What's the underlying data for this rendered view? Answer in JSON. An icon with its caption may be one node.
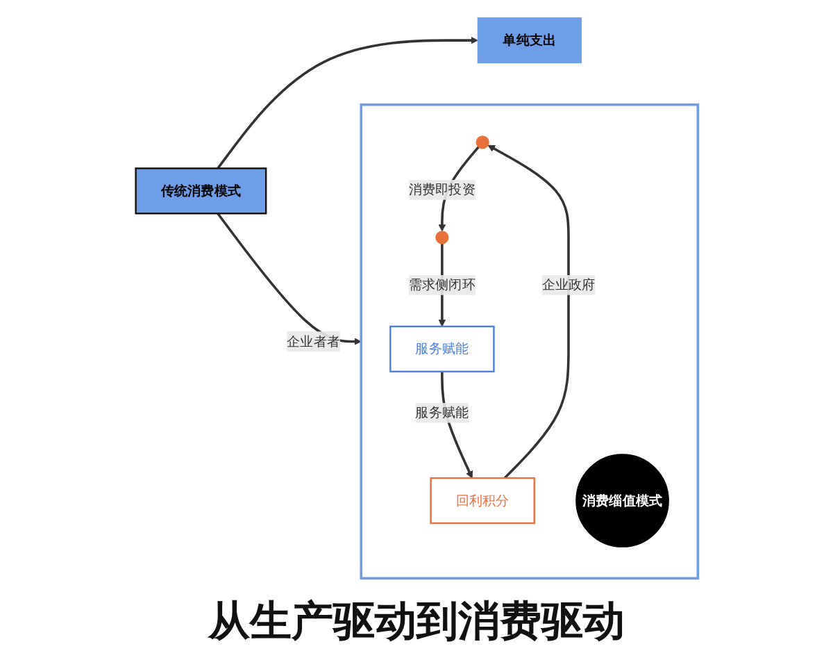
{
  "diagram": {
    "title": "从生产驱动到消费驱动",
    "nodes": [
      {
        "text": [
          "传统消费模式"
        ]
      },
      {
        "text": [
          "单纯支出"
        ]
      },
      {
        "text": [],
        "shape": "box"
      },
      {
        "text": [],
        "shape": "circle",
        "in": 2
      },
      {
        "text": [],
        "shape": "circle",
        "in": 2
      },
      {
        "text": [
          "服务赋能"
        ],
        "in": 2
      },
      {
        "text": [
          "回利积分"
        ],
        "in": 2
      },
      {
        "text": [
          "消费缁值模式"
        ],
        "in": 2
      }
    ],
    "edges": [
      {
        "from": 0,
        "to": 1,
        "arrow": "to"
      },
      {
        "from": 0,
        "to": 2,
        "arrow": "to",
        "label": "企业者者"
      },
      {
        "from": 3,
        "to": 4,
        "arrow": "to",
        "label": "消费即投资"
      },
      {
        "from": 4,
        "to": 5,
        "arrow": "to",
        "label": "需求侧闭环"
      },
      {
        "from": 5,
        "to": 6,
        "arrow": "to",
        "label": "服务赋能"
      },
      {
        "from": 6,
        "to": 3,
        "arrow": "to",
        "label": "企业政府"
      }
    ]
  }
}
